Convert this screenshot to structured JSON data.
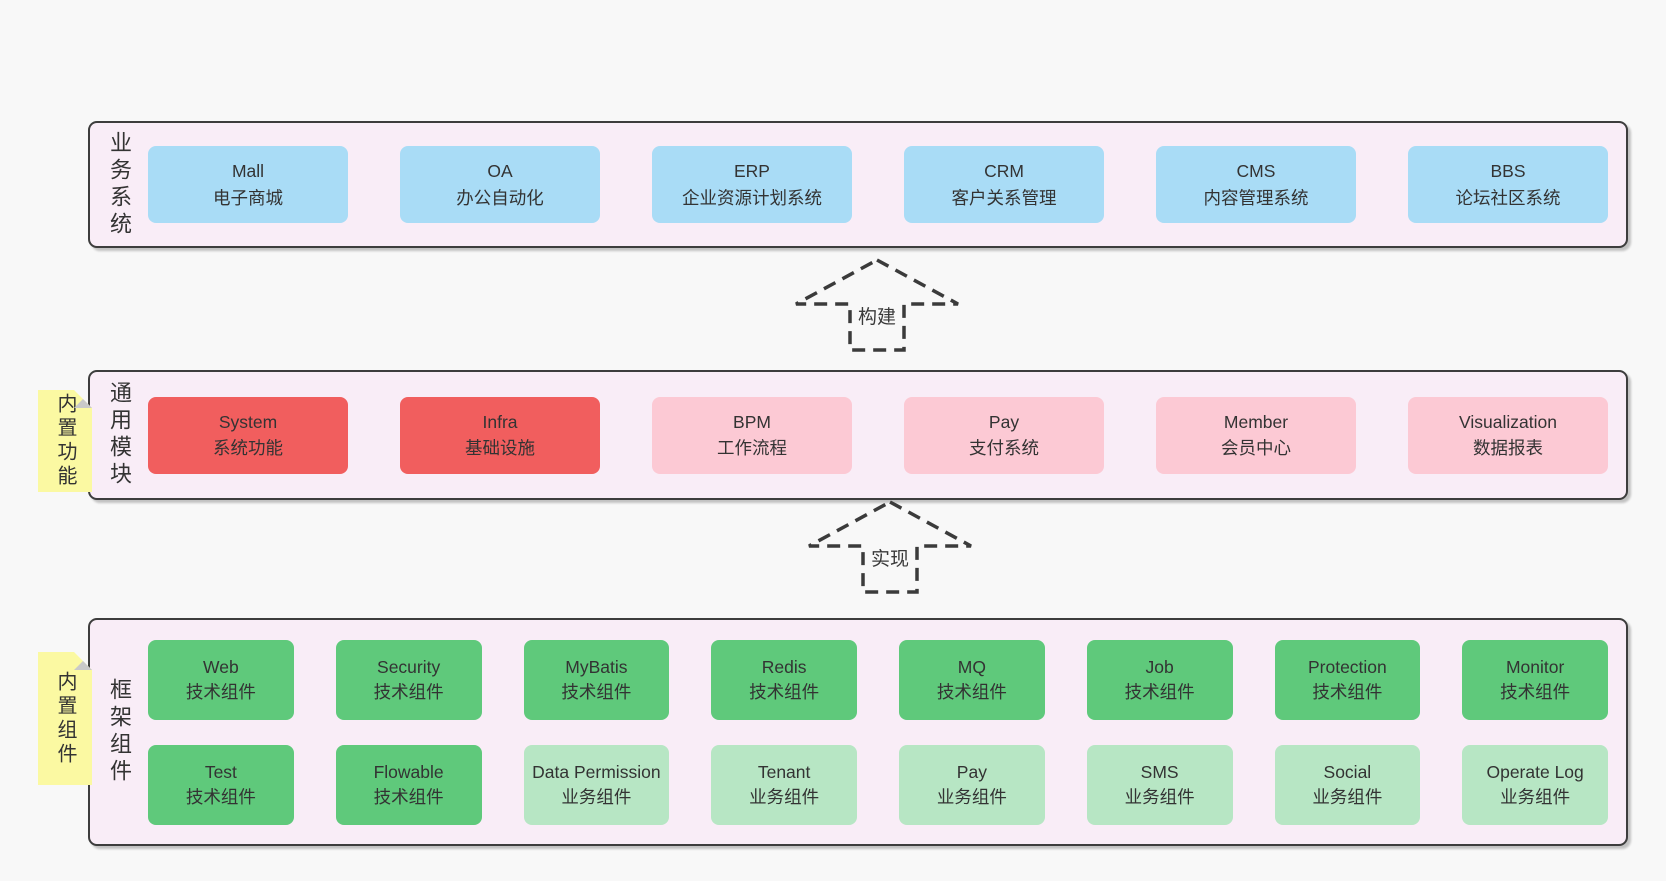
{
  "colors": {
    "page_bg": "#f8f8f8",
    "panel_bg": "#f9edf7",
    "panel_border": "#3d3d3d",
    "box_blue": "#a9dcf6",
    "box_red": "#f15e5e",
    "box_pink": "#fcc9d4",
    "box_green": "#5fc97b",
    "box_lightgreen": "#b7e6c4",
    "note_yellow": "#fbf9a2",
    "text": "#333333"
  },
  "arrows": {
    "build": "构建",
    "implement": "实现"
  },
  "sections": {
    "business": {
      "label": "业务系统",
      "boxes": [
        {
          "name": "Mall",
          "desc": "电子商城",
          "variant": "blue"
        },
        {
          "name": "OA",
          "desc": "办公自动化",
          "variant": "blue"
        },
        {
          "name": "ERP",
          "desc": "企业资源计划系统",
          "variant": "blue"
        },
        {
          "name": "CRM",
          "desc": "客户关系管理",
          "variant": "blue"
        },
        {
          "name": "CMS",
          "desc": "内容管理系统",
          "variant": "blue"
        },
        {
          "name": "BBS",
          "desc": "论坛社区系统",
          "variant": "blue"
        }
      ]
    },
    "modules": {
      "label": "通用模块",
      "note": "内置功能",
      "boxes": [
        {
          "name": "System",
          "desc": "系统功能",
          "variant": "red"
        },
        {
          "name": "Infra",
          "desc": "基础设施",
          "variant": "red"
        },
        {
          "name": "BPM",
          "desc": "工作流程",
          "variant": "pink"
        },
        {
          "name": "Pay",
          "desc": "支付系统",
          "variant": "pink"
        },
        {
          "name": "Member",
          "desc": "会员中心",
          "variant": "pink"
        },
        {
          "name": "Visualization",
          "desc": "数据报表",
          "variant": "pink"
        }
      ]
    },
    "components": {
      "label": "框架组件",
      "note": "内置组件",
      "boxes": [
        {
          "name": "Web",
          "desc": "技术组件",
          "variant": "green"
        },
        {
          "name": "Security",
          "desc": "技术组件",
          "variant": "green"
        },
        {
          "name": "MyBatis",
          "desc": "技术组件",
          "variant": "green"
        },
        {
          "name": "Redis",
          "desc": "技术组件",
          "variant": "green"
        },
        {
          "name": "MQ",
          "desc": "技术组件",
          "variant": "green"
        },
        {
          "name": "Job",
          "desc": "技术组件",
          "variant": "green"
        },
        {
          "name": "Protection",
          "desc": "技术组件",
          "variant": "green"
        },
        {
          "name": "Monitor",
          "desc": "技术组件",
          "variant": "green"
        },
        {
          "name": "Test",
          "desc": "技术组件",
          "variant": "green"
        },
        {
          "name": "Flowable",
          "desc": "技术组件",
          "variant": "green"
        },
        {
          "name": "Data Permission",
          "desc": "业务组件",
          "variant": "lightgreen"
        },
        {
          "name": "Tenant",
          "desc": "业务组件",
          "variant": "lightgreen"
        },
        {
          "name": "Pay",
          "desc": "业务组件",
          "variant": "lightgreen"
        },
        {
          "name": "SMS",
          "desc": "业务组件",
          "variant": "lightgreen"
        },
        {
          "name": "Social",
          "desc": "业务组件",
          "variant": "lightgreen"
        },
        {
          "name": "Operate Log",
          "desc": "业务组件",
          "variant": "lightgreen"
        }
      ]
    }
  }
}
